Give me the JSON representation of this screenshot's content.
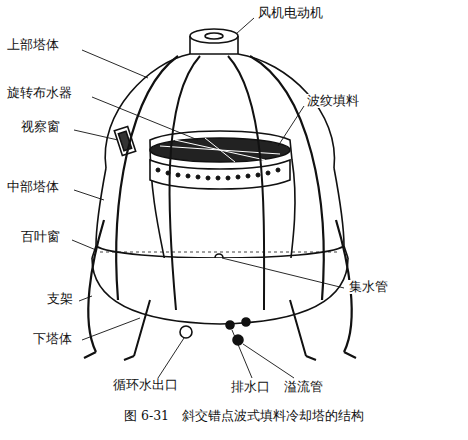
{
  "diagram": {
    "caption": "图 6-31　斜交错点波式填料冷却塔的结构",
    "labels": [
      "风机电动机",
      "上部塔体",
      "旋转布水器",
      "波纹填料",
      "视察窗",
      "中部塔体",
      "百叶窗",
      "集水管",
      "支架",
      "下塔体",
      "循环水出口",
      "排水口",
      "溢流管"
    ]
  }
}
